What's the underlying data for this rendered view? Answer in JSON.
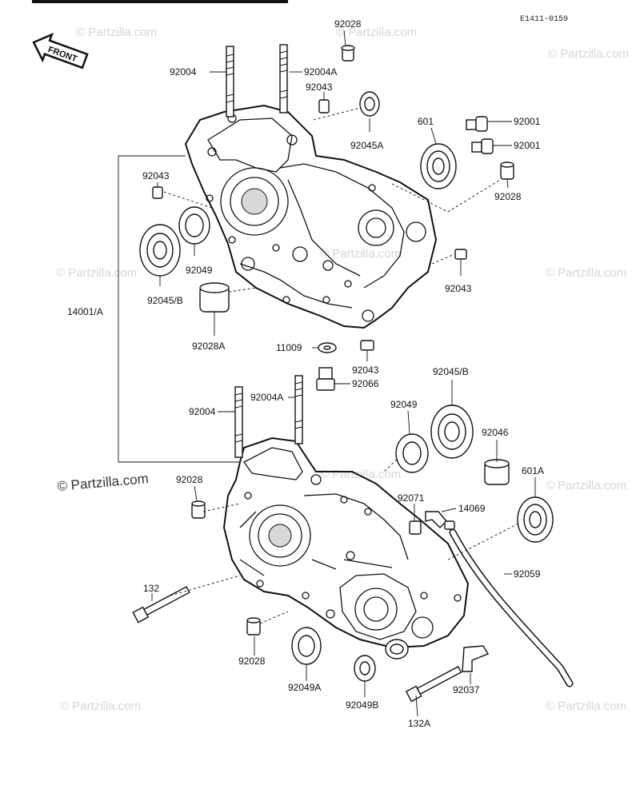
{
  "header": {
    "title_fragment": "",
    "diagram_code": "E1411-0159"
  },
  "direction_marker": {
    "label": "FRONT",
    "icon": "front-arrow-icon"
  },
  "watermarks": [
    "© Partzilla.com",
    "© Partzilla.com",
    "© Partzilla.com",
    "© Partzilla.com",
    "© Partzilla.com",
    "© Partzilla.com",
    "© Partzilla.com",
    "© Partzilla.com",
    "© Partzilla.com",
    "© Partzilla.com",
    "© Partzilla.com"
  ],
  "callouts": [
    "92028",
    "92004",
    "92004A",
    "92043",
    "92045A",
    "601",
    "92001",
    "92001",
    "92028",
    "92043",
    "92049",
    "92045/B",
    "92028A",
    "14001/A",
    "92043",
    "11009",
    "92043",
    "92066",
    "92004",
    "92004A",
    "92045/B",
    "92049",
    "92046",
    "601A",
    "92028",
    "92071",
    "14069",
    "92059",
    "132",
    "92028",
    "92049A",
    "92049B",
    "92037",
    "132A"
  ]
}
